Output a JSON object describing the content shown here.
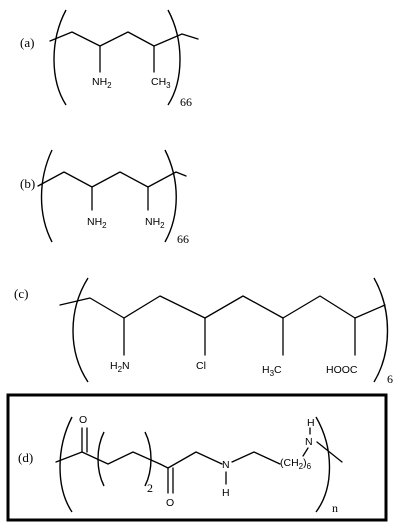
{
  "structures": [
    {
      "label": "(a)",
      "substituents": [
        "NH2",
        "CH3"
      ],
      "repeat": "66"
    },
    {
      "label": "(b)",
      "substituents": [
        "NH2",
        "NH2"
      ],
      "repeat": "66"
    },
    {
      "label": "(c)",
      "substituents": [
        "H2N",
        "Cl",
        "H3C",
        "HOOC"
      ],
      "repeat": "6"
    },
    {
      "label": "(d)",
      "atoms": {
        "o_top": "O",
        "o_bottom": "O",
        "n_mid": "N",
        "h_mid": "H",
        "h_right": "H",
        "n_right": "N"
      },
      "inner_repeat": "2",
      "group": "(CH2)6",
      "repeat": "n",
      "highlighted": true
    }
  ]
}
